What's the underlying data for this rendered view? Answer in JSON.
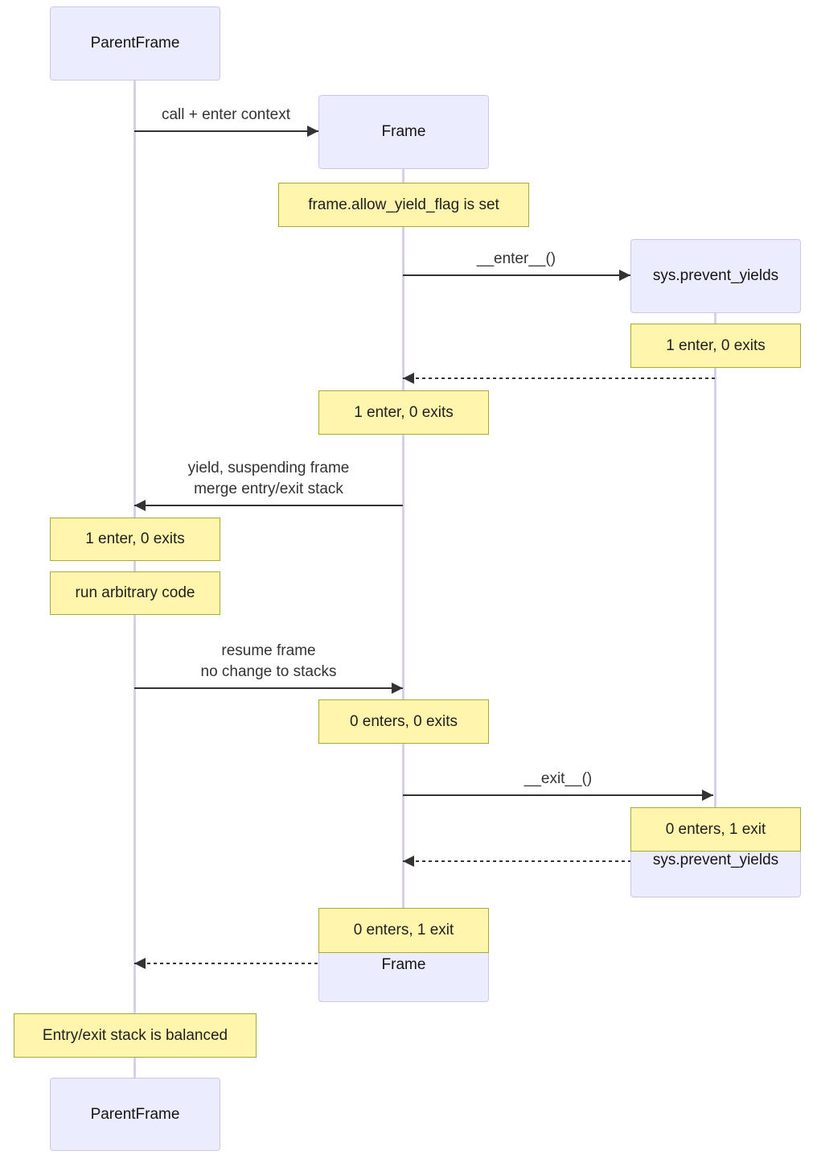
{
  "diagram_type": "sequence-diagram",
  "colors": {
    "actor_fill": "#ECECFF",
    "actor_border": "#CFC5EB",
    "note_fill": "#FFF5AD",
    "note_border": "#AAAA33",
    "lifeline": "#D8D0EA",
    "message_line": "#333333",
    "text": "#333333"
  },
  "actors": {
    "parentframe_top": "ParentFrame",
    "frame_top": "Frame",
    "sys_top": "sys.prevent_yields",
    "sys_end": "sys.prevent_yields",
    "frame_end": "Frame",
    "parentframe_bottom": "ParentFrame"
  },
  "messages": {
    "call": "call + enter context",
    "enter": "__enter__()",
    "yield_line1": "yield, suspending frame",
    "yield_line2": "merge entry/exit stack",
    "resume_line1": "resume frame",
    "resume_line2": "no change to stacks",
    "exit": "__exit__()"
  },
  "notes": {
    "flag_set": "frame.allow_yield_flag is set",
    "sys_enter_count": "1 enter, 0 exits",
    "frame_enter_count": "1 enter, 0 exits",
    "parent_enter_count": "1 enter, 0 exits",
    "run_code": "run arbitrary code",
    "frame_resume_count": "0 enters, 0 exits",
    "sys_exit_count": "0 enters, 1 exit",
    "frame_exit_count": "0 enters, 1 exit",
    "balanced": "Entry/exit stack is balanced"
  }
}
